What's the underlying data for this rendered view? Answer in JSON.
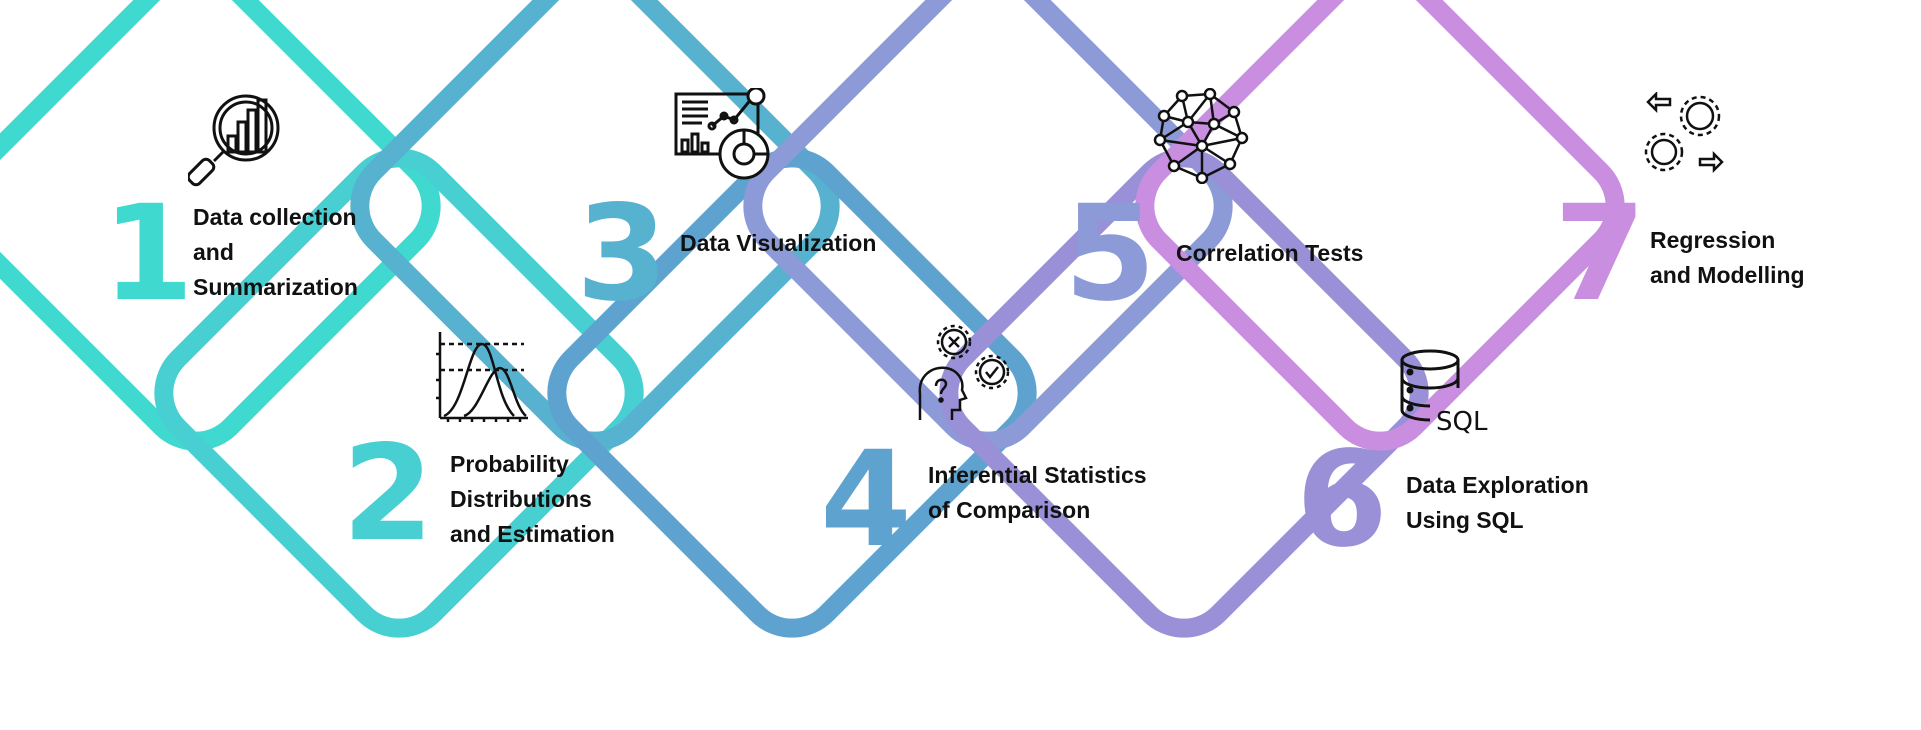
{
  "steps": [
    {
      "number": "1",
      "lines": [
        "Data collection",
        "and",
        "Summarization"
      ],
      "icon": "magnifier-bar-chart-icon",
      "color": "#3fd9d0"
    },
    {
      "number": "2",
      "lines": [
        "Probability",
        "Distributions",
        "and Estimation"
      ],
      "icon": "distribution-curves-icon",
      "color": "#48cfd2"
    },
    {
      "number": "3",
      "lines": [
        "Data Visualization"
      ],
      "icon": "dashboard-icon",
      "color": "#57b2d0"
    },
    {
      "number": "4",
      "lines": [
        "Inferential Statistics",
        "of Comparison"
      ],
      "icon": "head-gears-icon",
      "color": "#5ea3cf"
    },
    {
      "number": "5",
      "lines": [
        "Correlation Tests"
      ],
      "icon": "network-icon",
      "color": "#8c9ad8"
    },
    {
      "number": "6",
      "lines": [
        "Data Exploration",
        "Using SQL"
      ],
      "icon": "sql-database-icon",
      "color": "#9a90d8"
    },
    {
      "number": "7",
      "lines": [
        "Regression",
        "and Modelling"
      ],
      "icon": "gears-arrows-icon",
      "color": "#c98ee0"
    }
  ],
  "icons": {
    "sql_text": "SQL"
  }
}
